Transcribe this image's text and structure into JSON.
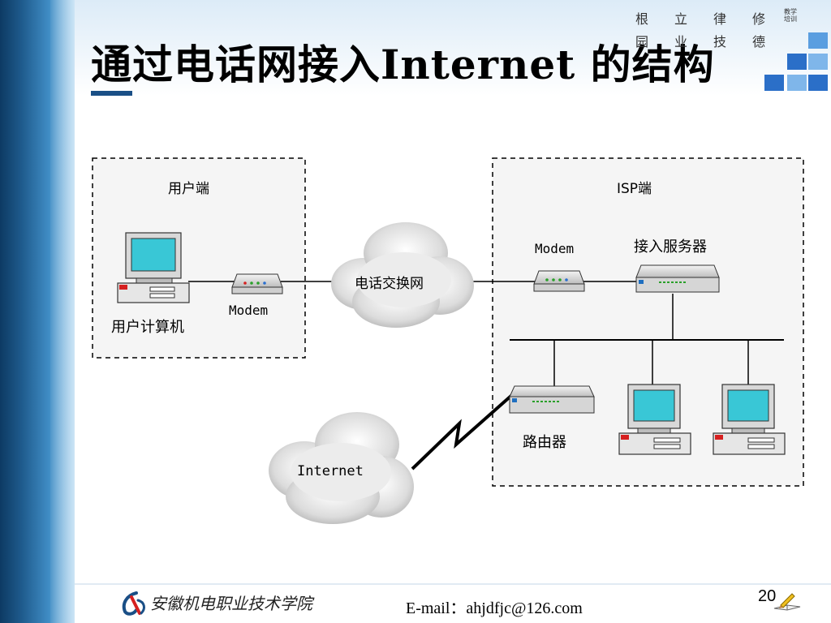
{
  "slide": {
    "title_first": "通",
    "title_rest": "过电话网接入Internet 的结构",
    "motto": [
      "根",
      "立",
      "律",
      "修",
      "园",
      "业",
      "技",
      "德"
    ],
    "motto_small": "教学培训",
    "footer_school": "安徽机电职业技术学院",
    "footer_email": "E-mail：ahjdfjc@126.com",
    "page_number": "20"
  },
  "diagram": {
    "user_box_label": "用户端",
    "isp_box_label": "ISP端",
    "user_computer_label": "用户计算机",
    "user_modem_label": "Modem",
    "phone_network_label": "电话交换网",
    "isp_modem_label": "Modem",
    "access_server_label": "接入服务器",
    "router_label": "路由器",
    "internet_label": "Internet"
  },
  "colors": {
    "accent_blue": "#1a4f86",
    "monitor_screen": "#39c7d6",
    "device_body": "#e6e6e6"
  }
}
